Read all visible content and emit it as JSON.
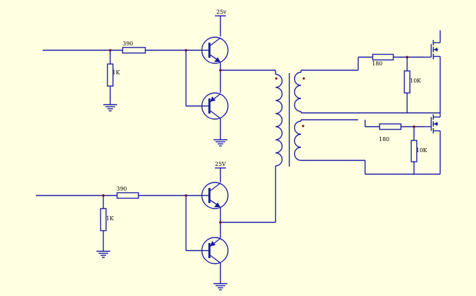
{
  "labels": {
    "supply_top": "25v",
    "supply_bottom": "25V",
    "res_top_series": "390",
    "res_bottom_series": "390",
    "res_top_shunt": "1K",
    "res_bottom_shunt": "1K",
    "gate_res_1": "180",
    "gate_res_2": "180",
    "gate_pulldown_1": "10K",
    "gate_pulldown_2": "10K"
  },
  "colors": {
    "background": "#ffffe1",
    "wire": "#1a1aa8",
    "junction": "#8b0000"
  }
}
